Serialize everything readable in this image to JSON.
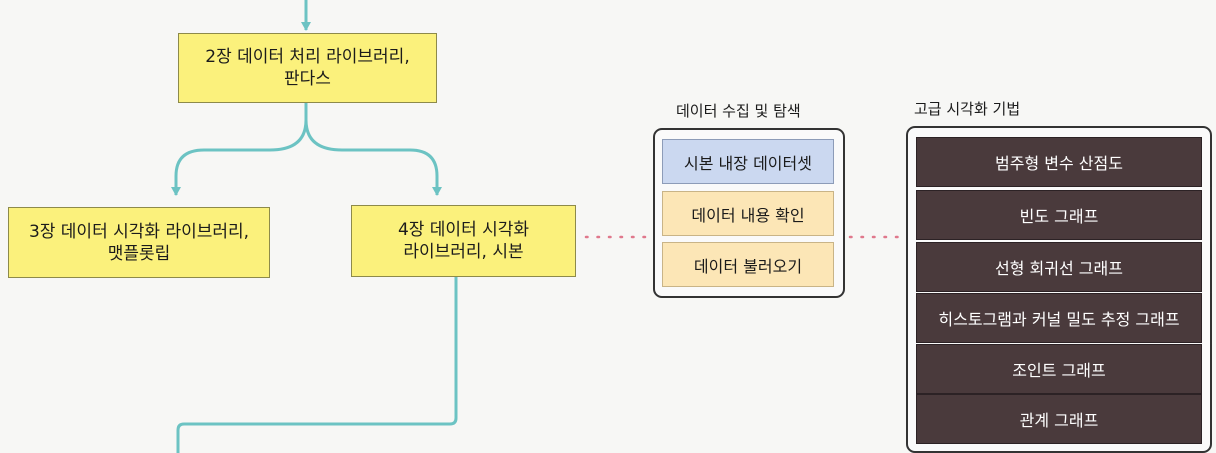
{
  "colors": {
    "arrow": "#6cc3c3",
    "dotted_link": "#e0788c",
    "flow_box_fill": "#fbf17c",
    "highlight_box_fill": "#cbd8f0",
    "sub_box_fill": "#fce6b6",
    "technique_box_fill": "#4a3a3c"
  },
  "flow": {
    "chapter2": {
      "line1": "2장 데이터 처리 라이브러리,",
      "line2": "판다스"
    },
    "chapter3": {
      "line1": "3장 데이터 시각화 라이브러리,",
      "line2": "맷플롯립"
    },
    "chapter4": {
      "line1": "4장 데이터 시각화",
      "line2": "라이브러리, 시본"
    }
  },
  "explore_group": {
    "title": "데이터 수집 및 탐색",
    "items": [
      "시본 내장 데이터셋",
      "데이터 내용 확인",
      "데이터 불러오기"
    ]
  },
  "advanced_group": {
    "title": "고급 시각화 기법",
    "items": [
      "범주형 변수 산점도",
      "빈도 그래프",
      "선형 회귀선 그래프",
      "히스토그램과 커널 밀도 추정 그래프",
      "조인트 그래프",
      "관계 그래프"
    ]
  }
}
